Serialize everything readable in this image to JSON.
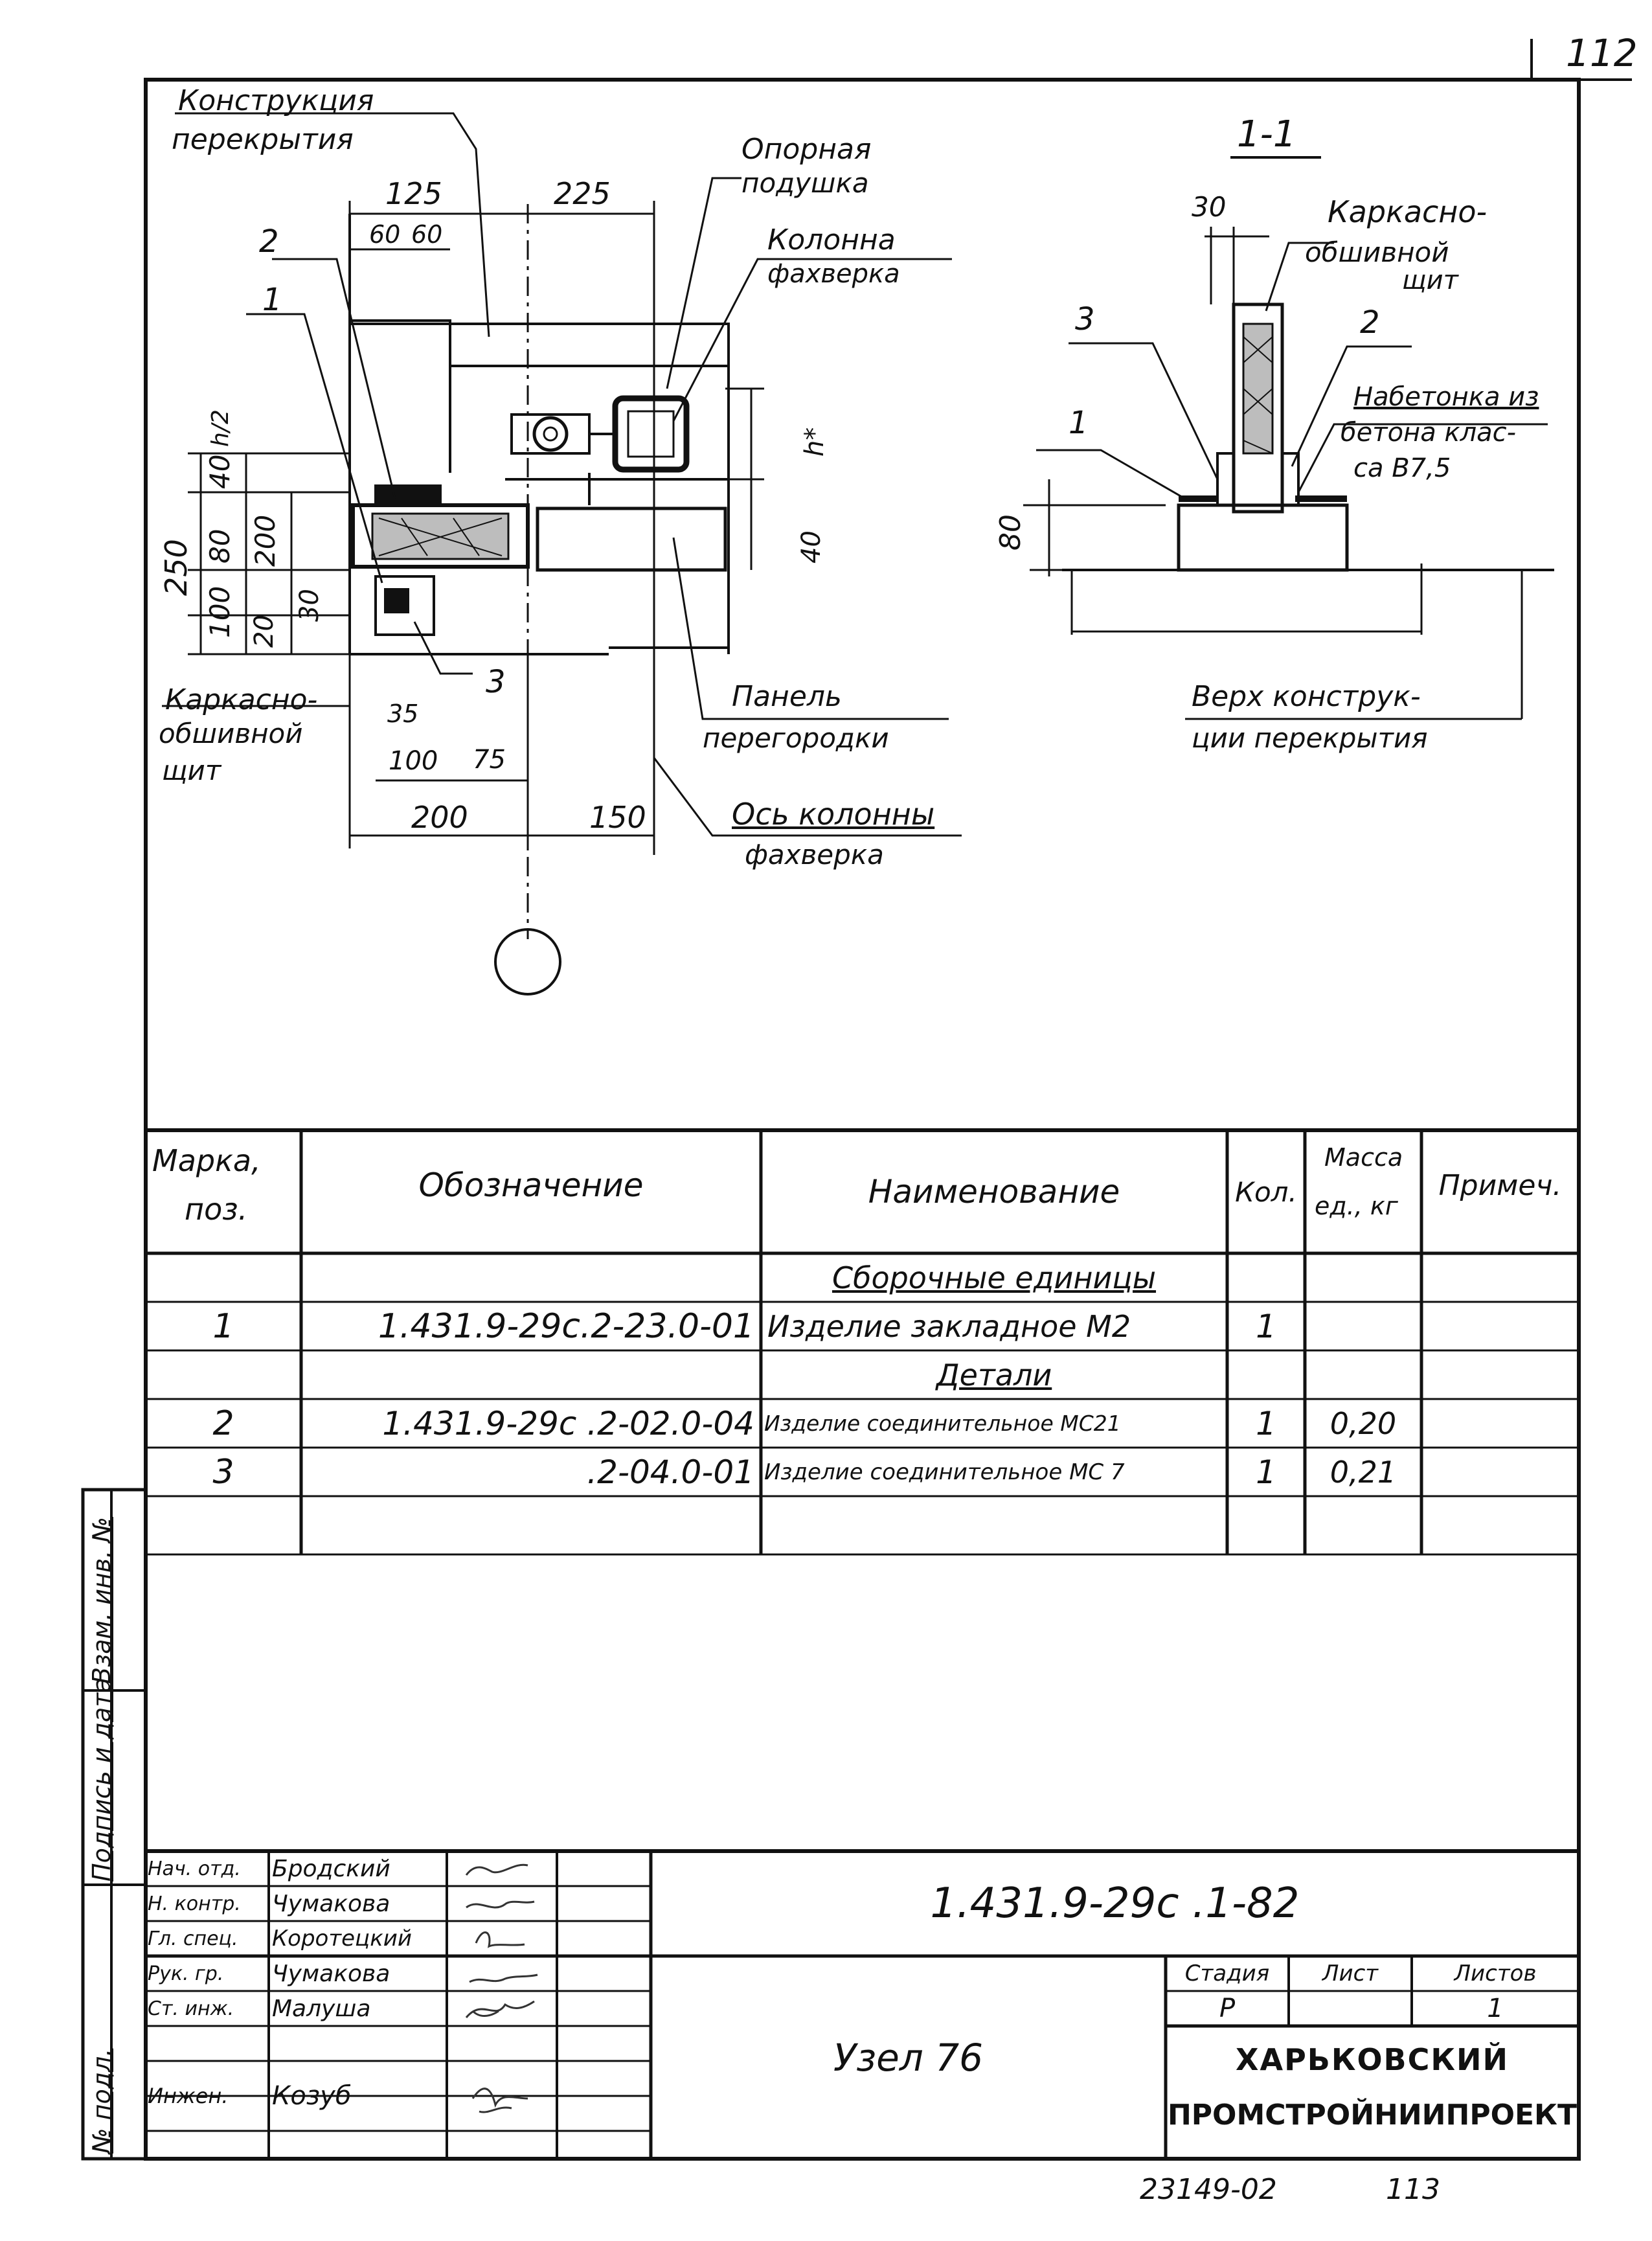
{
  "sheet_number": "112",
  "footer": {
    "archive": "23149-02",
    "page": "113"
  },
  "drawing_plan": {
    "labels": {
      "floor_structure": [
        "Конструкция",
        "перекрытия"
      ],
      "bearing_pad": [
        "Опорная",
        "подушка"
      ],
      "column": [
        "Колонна",
        "фахверка"
      ],
      "frame_panel": [
        "Каркасно-",
        "обшивной",
        "щит"
      ],
      "partition_panel": [
        "Панель",
        "перегородки"
      ],
      "column_axis": [
        "Ось колонны",
        "фахверка"
      ]
    },
    "dims": {
      "d125": "125",
      "d225": "225",
      "d60a": "60",
      "d60b": "60",
      "d250": "250",
      "d200": "200",
      "d100": "100",
      "d80": "80",
      "d40a": "40",
      "d20": "20",
      "d30": "30",
      "d40b": "40",
      "d35": "35",
      "d100b": "100",
      "d75": "75",
      "d200b": "200",
      "d150": "150",
      "h": "h*",
      "h2": "h/2",
      "p1": "1",
      "p2": "2",
      "p3": "3"
    }
  },
  "drawing_section": {
    "title": "1-1",
    "labels": {
      "frame_panel": [
        "Каркасно-",
        "обшивной",
        "щит"
      ],
      "topping": [
        "Набетонка из",
        "бетона клас-",
        "са B7,5"
      ],
      "top_floor": [
        "Верх конструк-",
        "ции перекрытия"
      ]
    },
    "dims": {
      "d30": "30",
      "d80": "80",
      "p1": "1",
      "p2": "2",
      "p3": "3"
    }
  },
  "spec_table": {
    "headers": {
      "mark": [
        "Марка,",
        "поз."
      ],
      "designation": "Обозначение",
      "name": "Наименование",
      "qty": "Кол.",
      "mass": [
        "Масса",
        "ед., кг"
      ],
      "note": "Примеч."
    },
    "section_assembly": "Сборочные единицы",
    "section_parts": "Детали",
    "rows": [
      {
        "mark": "1",
        "designation": "1.431.9-29с.2-23.0-01",
        "name": "Изделие закладное М2",
        "qty": "1",
        "mass": ""
      },
      {
        "mark": "2",
        "designation": "1.431.9-29с .2-02.0-04",
        "name": "Изделие соединительное МС21",
        "qty": "1",
        "mass": "0,20"
      },
      {
        "mark": "3",
        "designation": ".2-04.0-01",
        "name": "Изделие соединительное МС 7",
        "qty": "1",
        "mass": "0,21"
      }
    ]
  },
  "side_stamp": {
    "inv_no": "Взам. инв. №",
    "sign_date": "Подпись и дата",
    "orig_inv": "№ подл."
  },
  "title_block": {
    "people": [
      {
        "role": "Нач. отд.",
        "name": "Бродский"
      },
      {
        "role": "Н. контр.",
        "name": "Чумакова"
      },
      {
        "role": "Гл. спец.",
        "name": "Коротецкий"
      },
      {
        "role": "Рук. гр.",
        "name": "Чумакова"
      },
      {
        "role": "Ст. инж.",
        "name": "Малуша"
      },
      {
        "role": "",
        "name": ""
      },
      {
        "role": "Инжен.",
        "name": "Козуб"
      }
    ],
    "doc_code": "1.431.9-29с .1-82",
    "drawing_name": "Узел 76",
    "stage_label": "Стадия",
    "sheet_label": "Лист",
    "sheets_label": "Листов",
    "stage": "Р",
    "sheet": "",
    "sheets": "1",
    "org_line1": "ХАРЬКОВСКИЙ",
    "org_line2": "ПРОМСТРОЙНИИПРОЕКТ"
  }
}
